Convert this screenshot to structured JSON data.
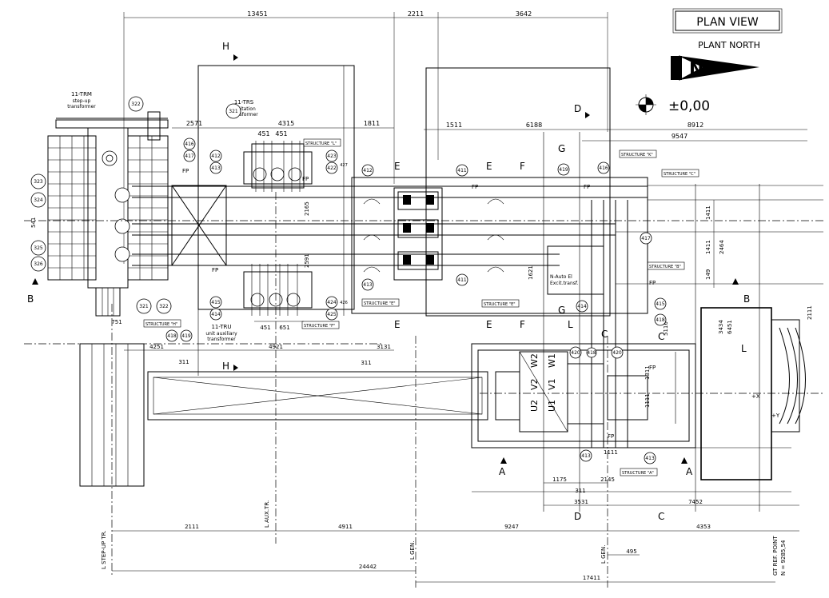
{
  "title": "PLAN VIEW",
  "north_label": "PLANT NORTH",
  "level": "±0,00",
  "transformers": {
    "step_up": [
      "11-TRM",
      "step-up",
      "transformer"
    ],
    "excitation": [
      "11-TRS",
      "excitation",
      "transformer"
    ],
    "auxiliary": [
      "11-TRU",
      "unit auxiliary",
      "transformer"
    ]
  },
  "neutral_box": [
    "N-Auto El",
    "Excit.transf."
  ],
  "generator_terminals": [
    "U2",
    "V2",
    "W2",
    "U1",
    "V1",
    "W1"
  ],
  "structures": {
    "L": "STRUCTURE \"L\"",
    "H": "STRUCTURE \"H\"",
    "F": "STRUCTURE \"F\"",
    "E": "STRUCTURE \"E\"",
    "K": "STRUCTURE \"K\"",
    "C": "STRUCTURE \"C\"",
    "B": "STRUCTURE \"B\"",
    "A": "STRUCTURE \"A\""
  },
  "section_markers": [
    "H",
    "H",
    "D",
    "D",
    "E",
    "E",
    "E",
    "E",
    "F",
    "F",
    "G",
    "G",
    "B",
    "B",
    "L",
    "L",
    "C",
    "C",
    "C",
    "A",
    "A"
  ],
  "callouts": [
    "322",
    "321",
    "323",
    "324",
    "325",
    "326",
    "321",
    "322",
    "417",
    "416",
    "418",
    "419",
    "412",
    "413",
    "415",
    "414",
    "411",
    "411",
    "412",
    "413",
    "419",
    "416",
    "417",
    "414",
    "415",
    "418",
    "420",
    "420",
    "418",
    "413",
    "413",
    "423",
    "422",
    "424",
    "425",
    "427",
    "426"
  ],
  "top_dims": [
    "13451",
    "2211",
    "3642",
    "2571",
    "4315",
    "1811",
    "1511",
    "6188",
    "8912",
    "9547",
    "451",
    "451"
  ],
  "right_dims": [
    "1411",
    "1411",
    "2464",
    "149",
    "1621",
    "3434",
    "6451",
    "2111",
    "5116"
  ],
  "mid_dims": [
    "2165",
    "2591",
    "541",
    "751",
    "4251",
    "4921",
    "3131",
    "311",
    "311",
    "451",
    "651",
    "1311",
    "1111",
    "1111"
  ],
  "bottom_dims": [
    "1175",
    "311",
    "2145",
    "3531",
    "7452",
    "2111",
    "4911",
    "9247",
    "4353",
    "495",
    "24442",
    "17411"
  ],
  "axis_labels": [
    "L STEP-UP TR.",
    "L AUX.TR.",
    "L GEN.",
    "L GEN.",
    "GT REF. POINT",
    "N = 9285,54"
  ],
  "small_marks": [
    "FP",
    "FP",
    "FP",
    "FP",
    "FP",
    "FP",
    "FP",
    "FP",
    "+X",
    "+Y"
  ]
}
